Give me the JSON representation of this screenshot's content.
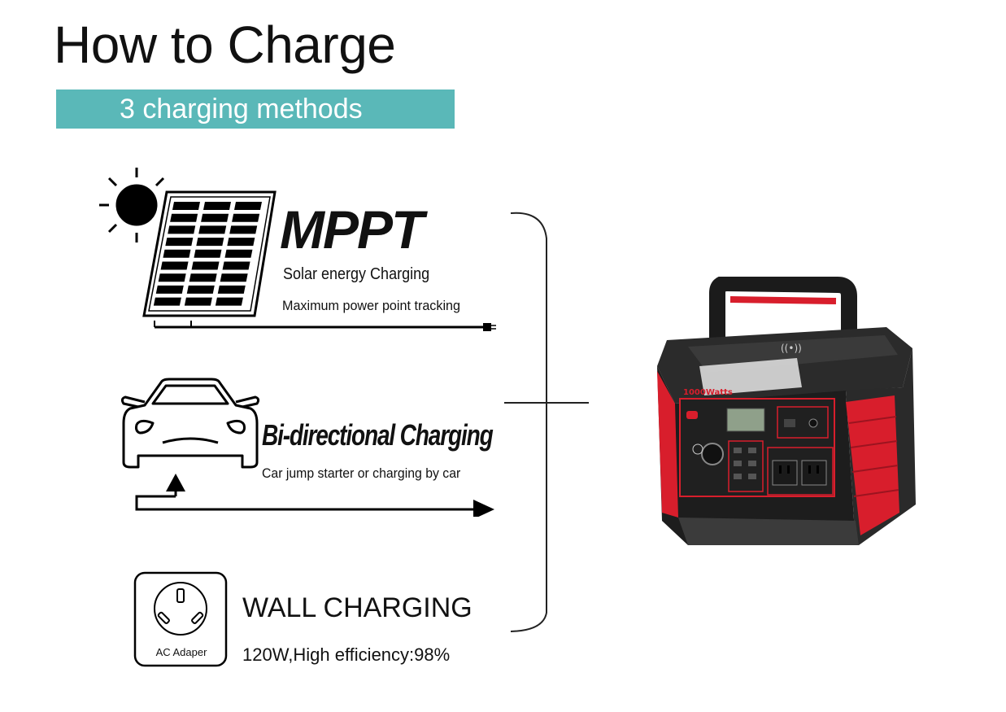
{
  "header": {
    "title": "How to Charge",
    "banner": "3 charging methods",
    "banner_color": "#5ab8b8"
  },
  "methods": [
    {
      "icon": "solar-panel-icon",
      "title": "MPPT",
      "subtitle": "Solar energy Charging",
      "description": "Maximum power point tracking"
    },
    {
      "icon": "car-icon",
      "title": "Bi-directional Charging",
      "description": "Car jump starter or charging by car"
    },
    {
      "icon": "ac-outlet-icon",
      "icon_label": "AC Adaper",
      "title": "WALL CHARGING",
      "description": "120W,High efficiency:98%"
    }
  ],
  "product": {
    "icon": "portable-power-station-image",
    "brand_label": "1000Watts",
    "accent_color": "#d81e2c"
  }
}
